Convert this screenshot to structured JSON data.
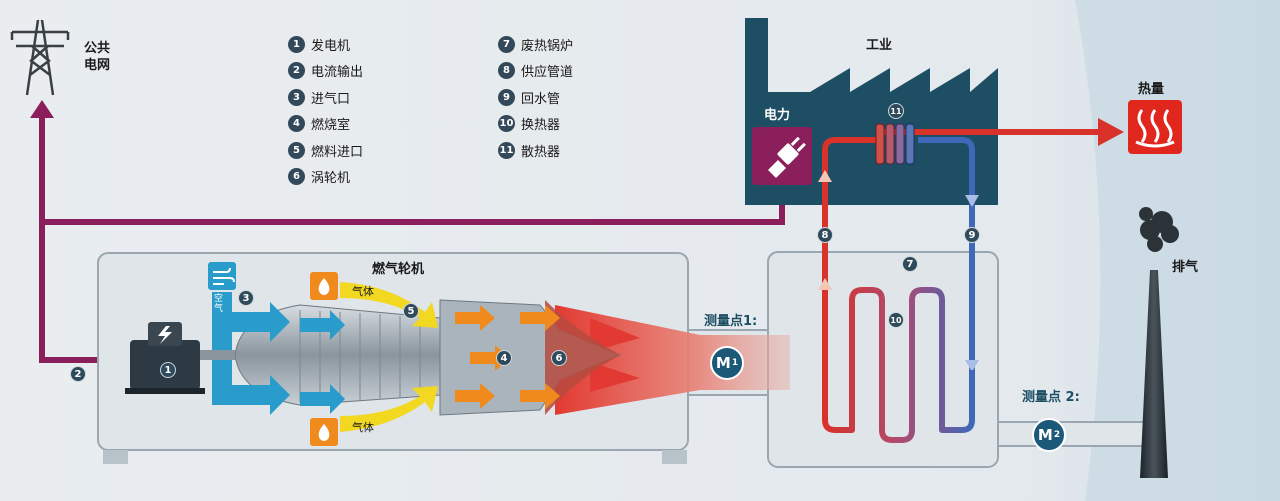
{
  "labels": {
    "grid": "公共\n电网",
    "gas_turbine": "燃气轮机",
    "industry": "工业",
    "power": "电力",
    "heat": "热量",
    "exhaust": "排气",
    "measure1": "测量点1:",
    "measure2": "测量点 2:",
    "gas_top": "气体",
    "gas_bottom": "气体",
    "air": "空气"
  },
  "legend_left": [
    {
      "num": "1",
      "text": "发电机"
    },
    {
      "num": "2",
      "text": "电流输出"
    },
    {
      "num": "3",
      "text": "进气口"
    },
    {
      "num": "4",
      "text": "燃烧室"
    },
    {
      "num": "5",
      "text": "燃料进口"
    },
    {
      "num": "6",
      "text": "涡轮机"
    }
  ],
  "legend_right": [
    {
      "num": "7",
      "text": "废热锅炉"
    },
    {
      "num": "8",
      "text": "供应管道"
    },
    {
      "num": "9",
      "text": "回水管"
    },
    {
      "num": "10",
      "text": "换热器"
    },
    {
      "num": "11",
      "text": "散热器"
    }
  ],
  "markers": {
    "m1": "M",
    "m1_sub": "1",
    "m2": "M",
    "m2_sub": "2",
    "n1": "1",
    "n2": "2",
    "n3": "3",
    "n4": "4",
    "n5": "5",
    "n6": "6",
    "n7": "7",
    "n8": "8",
    "n9": "9",
    "n10": "10",
    "n11": "11"
  },
  "colors": {
    "power_line": "#8a1f5b",
    "hot_pipe": "#d8322a",
    "cold_pipe": "#3f68b8",
    "air_flow": "#2a9ccb",
    "gas_flow": "#f2d820",
    "exhaust": "#e0443c",
    "heat_icon": "#e0261d",
    "industry_building": "#1d4e63"
  }
}
